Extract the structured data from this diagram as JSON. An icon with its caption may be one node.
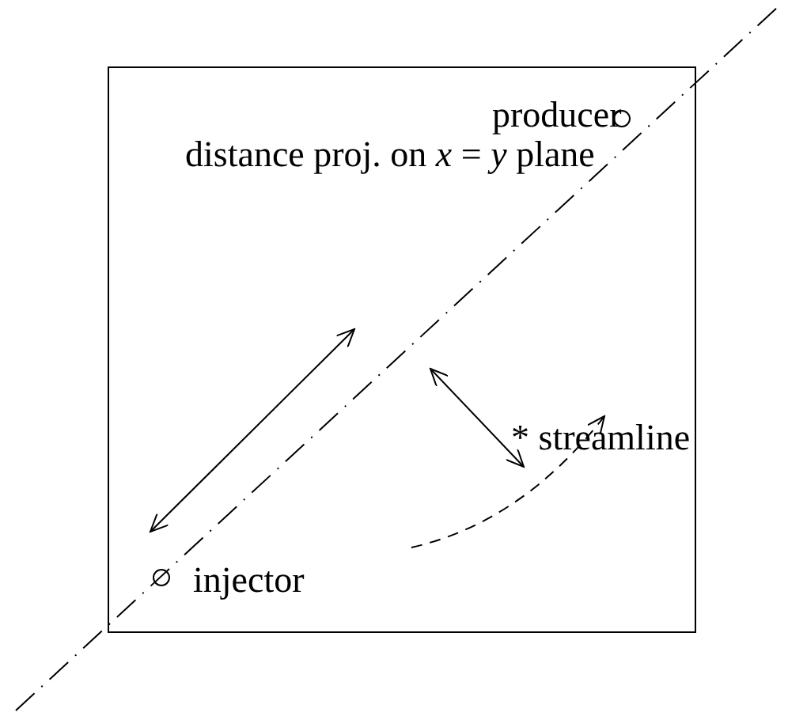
{
  "diagram": {
    "labels": [
      "producer",
      "distance proj. on *x* = *y* plane",
      "* streamline",
      "injector"
    ]
  }
}
